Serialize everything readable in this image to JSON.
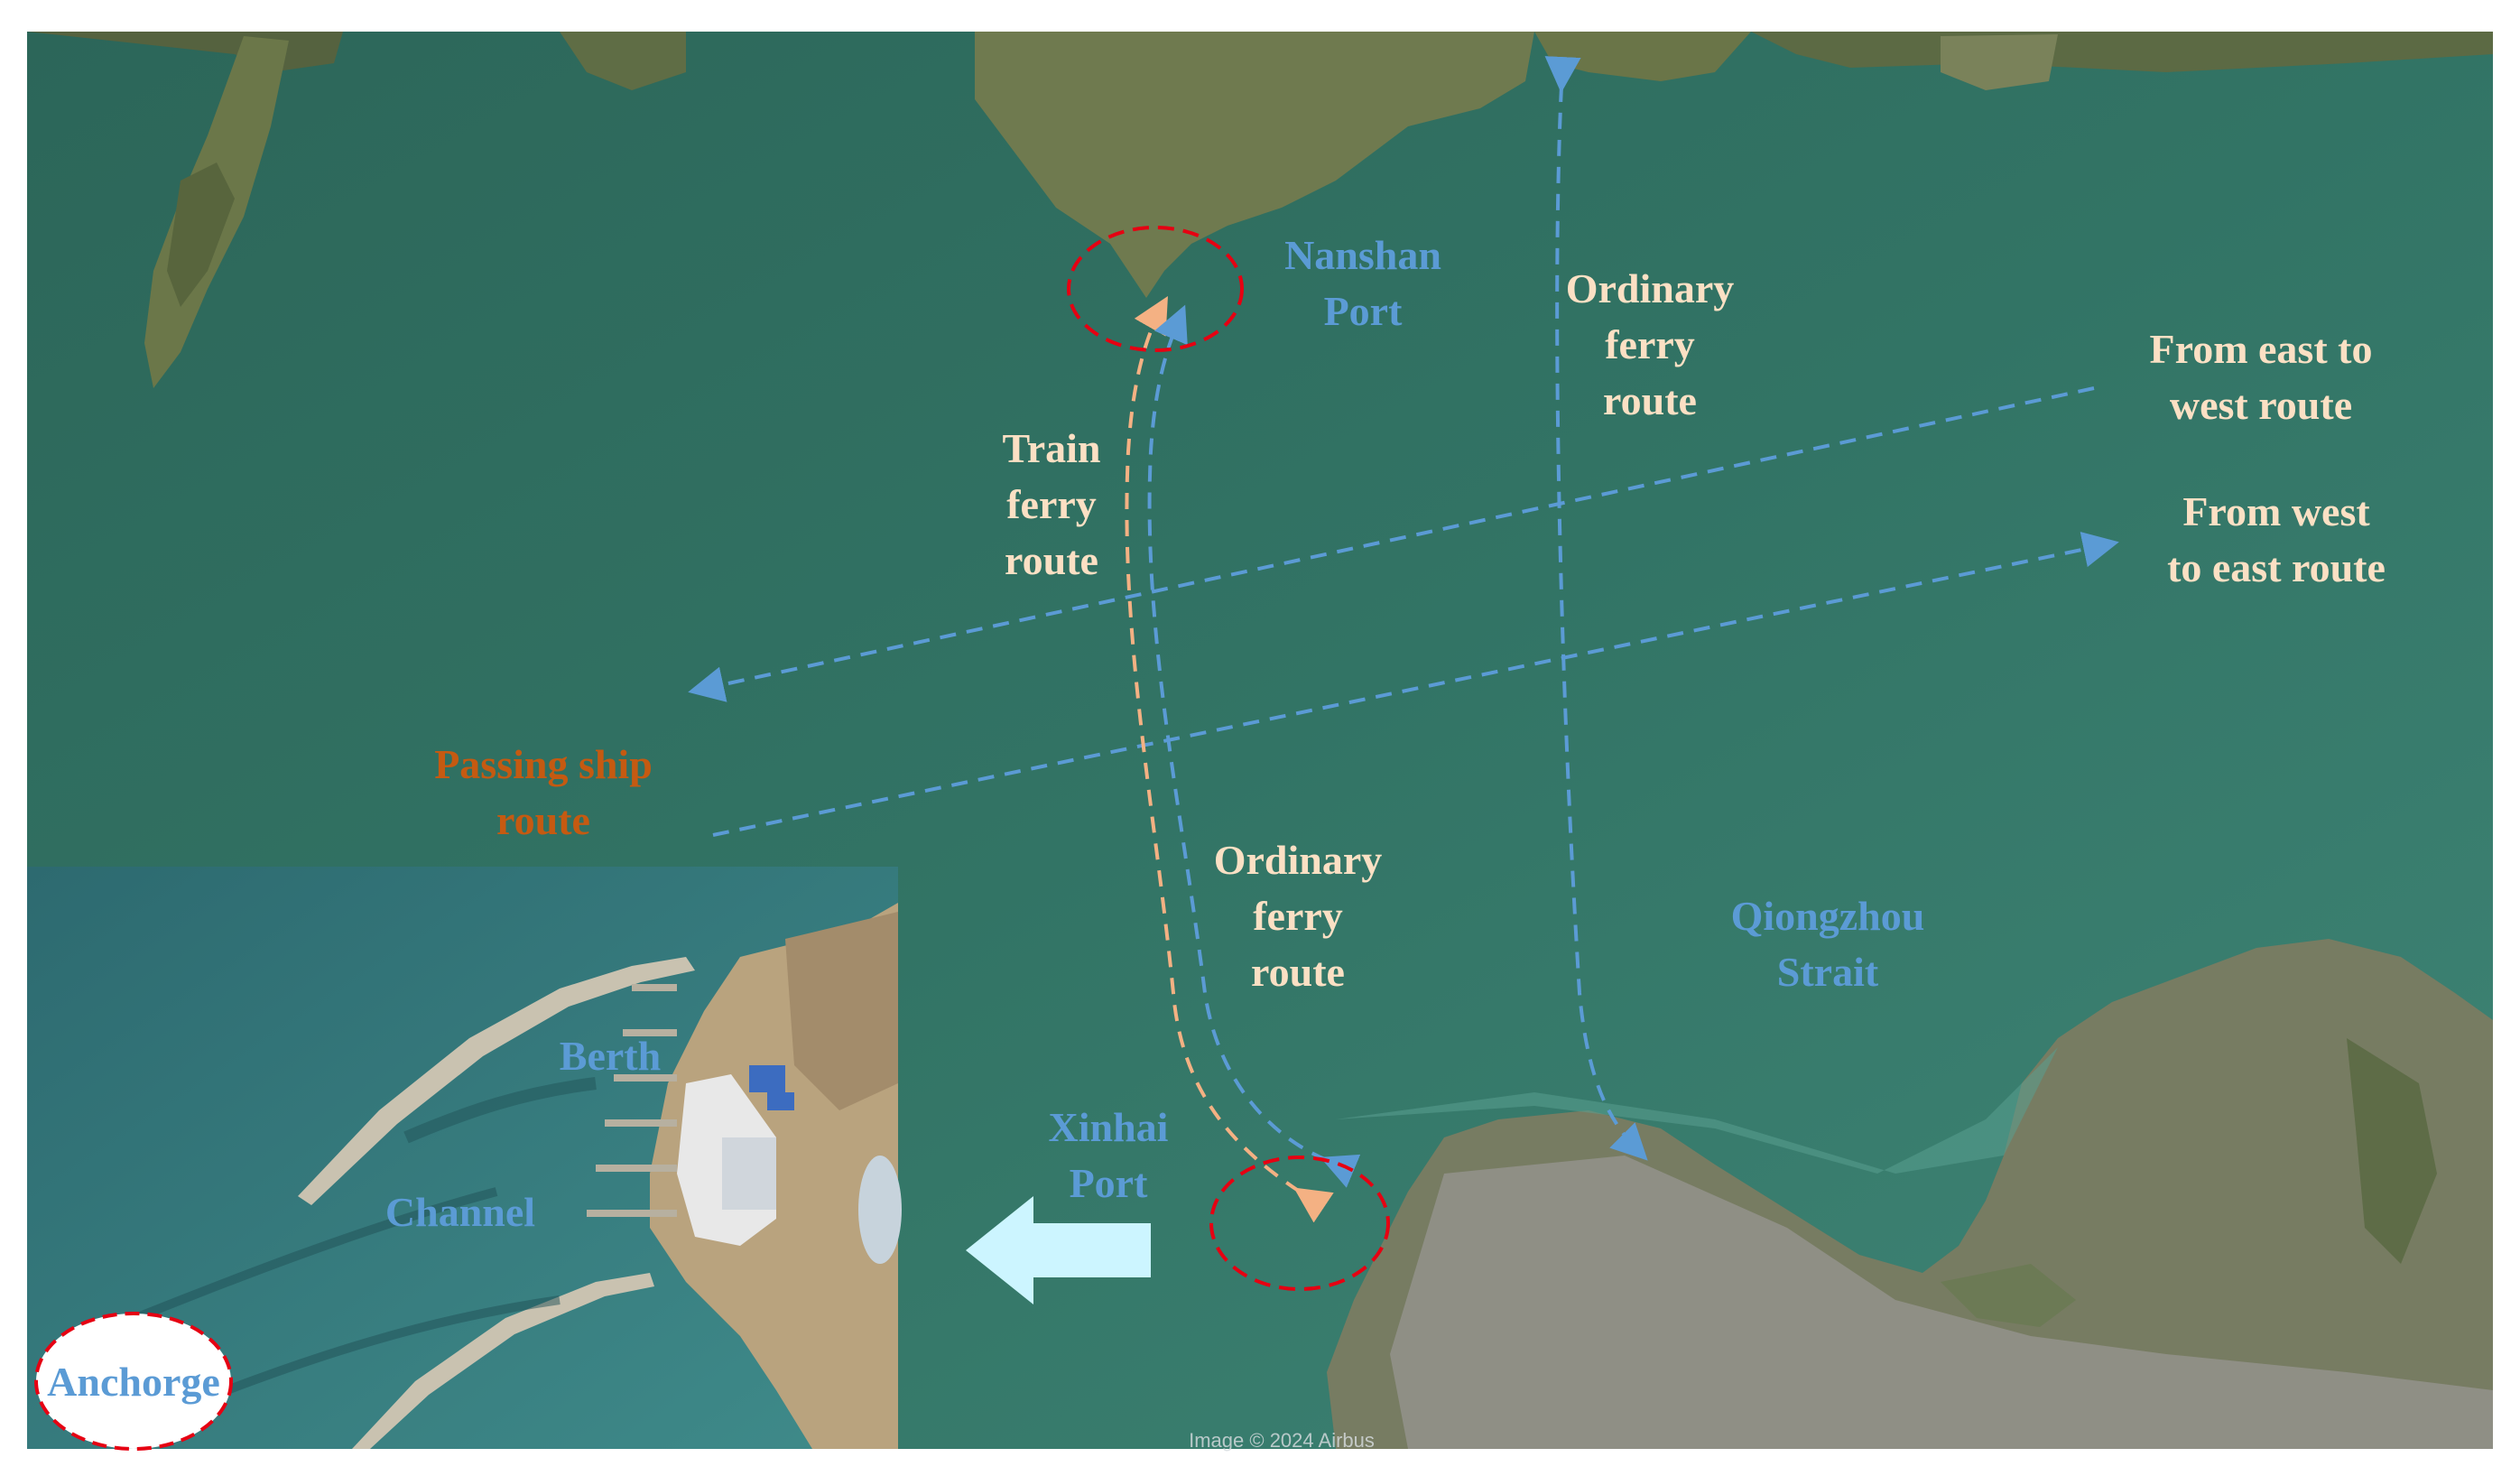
{
  "colors": {
    "sea": "#2e6e62",
    "sea_light": "#4b8f83",
    "land": "#6f7a4f",
    "land_dark": "#4f5a38",
    "urban": "#8e8f84",
    "label_peach": "#fbe0c4",
    "label_blue": "#5b9bd5",
    "label_orange": "#c55a11",
    "route_blue": "#5b9bd5",
    "route_orange": "#f4b183",
    "circle_red": "#e60012",
    "arrow_fill": "#ccf5ff"
  },
  "labels": {
    "nanshan_port": [
      "Nanshan",
      "Port"
    ],
    "ordinary_ferry_north": [
      "Ordinary",
      "ferry",
      "route"
    ],
    "east_to_west": [
      "From east to",
      "west route"
    ],
    "west_to_east": [
      "From west",
      "to east route"
    ],
    "train_ferry": [
      "Train",
      "ferry",
      "route"
    ],
    "passing_ship": [
      "Passing ship",
      "route"
    ],
    "ordinary_ferry_south": [
      "Ordinary",
      "ferry",
      "route"
    ],
    "qiongzhou_strait": [
      "Qiongzhou",
      "Strait"
    ],
    "xinhai_port": [
      "Xinhai",
      "Port"
    ],
    "inset_berth": "Berth",
    "inset_channel": "Channel",
    "inset_anchorage": "Anchorge",
    "imagery_credit": "Image © 2024 Airbus"
  },
  "icons": {
    "port_marker": "dashed-red-ellipse",
    "direction_arrow": "left-arrow",
    "route_arrowheads": "triangle-arrowhead"
  }
}
